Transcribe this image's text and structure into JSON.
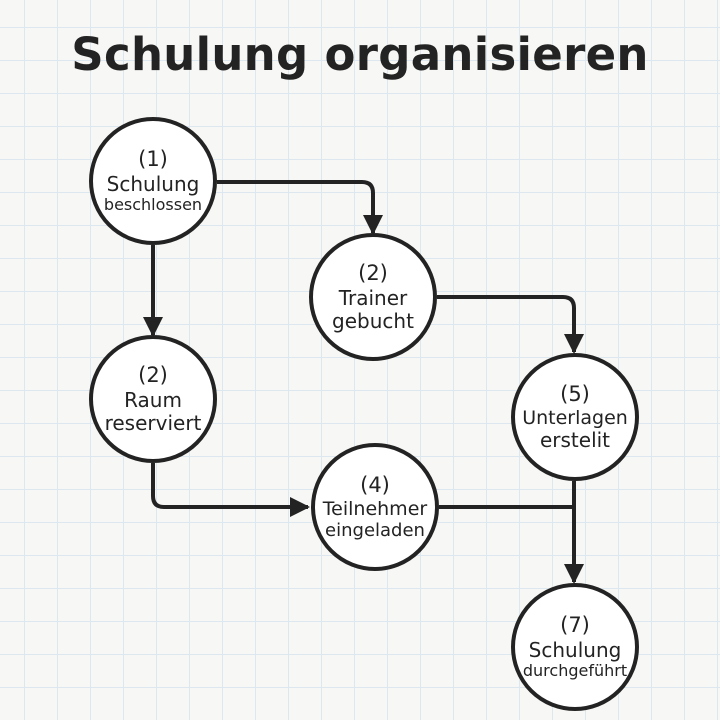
{
  "title": "Schulung organisieren",
  "colors": {
    "background": "#f7f7f5",
    "grid": "#dde7ef",
    "stroke": "#232323",
    "node_fill": "#ffffff"
  },
  "nodes": [
    {
      "id": "n1",
      "number": "(1)",
      "line1": "Schulung",
      "line2": "beschlossen"
    },
    {
      "id": "n2",
      "number": "(2)",
      "line1": "Trainer",
      "line2": "gebucht"
    },
    {
      "id": "n3",
      "number": "(2)",
      "line1": "Raum",
      "line2": "reserviert"
    },
    {
      "id": "n4",
      "number": "(4)",
      "line1": "Teilnehmer",
      "line2": "eingeladen"
    },
    {
      "id": "n5",
      "number": "(5)",
      "line1": "Unterlagen",
      "line2": "erstelit"
    },
    {
      "id": "n7",
      "number": "(7)",
      "line1": "Schulung",
      "line2": "durchgeführt"
    }
  ],
  "edges": [
    {
      "from": "Schulung beschlossen",
      "to": "Trainer gebucht"
    },
    {
      "from": "Schulung beschlossen",
      "to": "Raum reserviert"
    },
    {
      "from": "Trainer gebucht",
      "to": "Unterlagen erstelit"
    },
    {
      "from": "Raum reserviert",
      "to": "Teilnehmer eingeladen"
    },
    {
      "from": "Teilnehmer eingeladen",
      "to": "Schulung durchgeführt"
    },
    {
      "from": "Unterlagen erstelit",
      "to": "Schulung durchgeführt"
    }
  ]
}
